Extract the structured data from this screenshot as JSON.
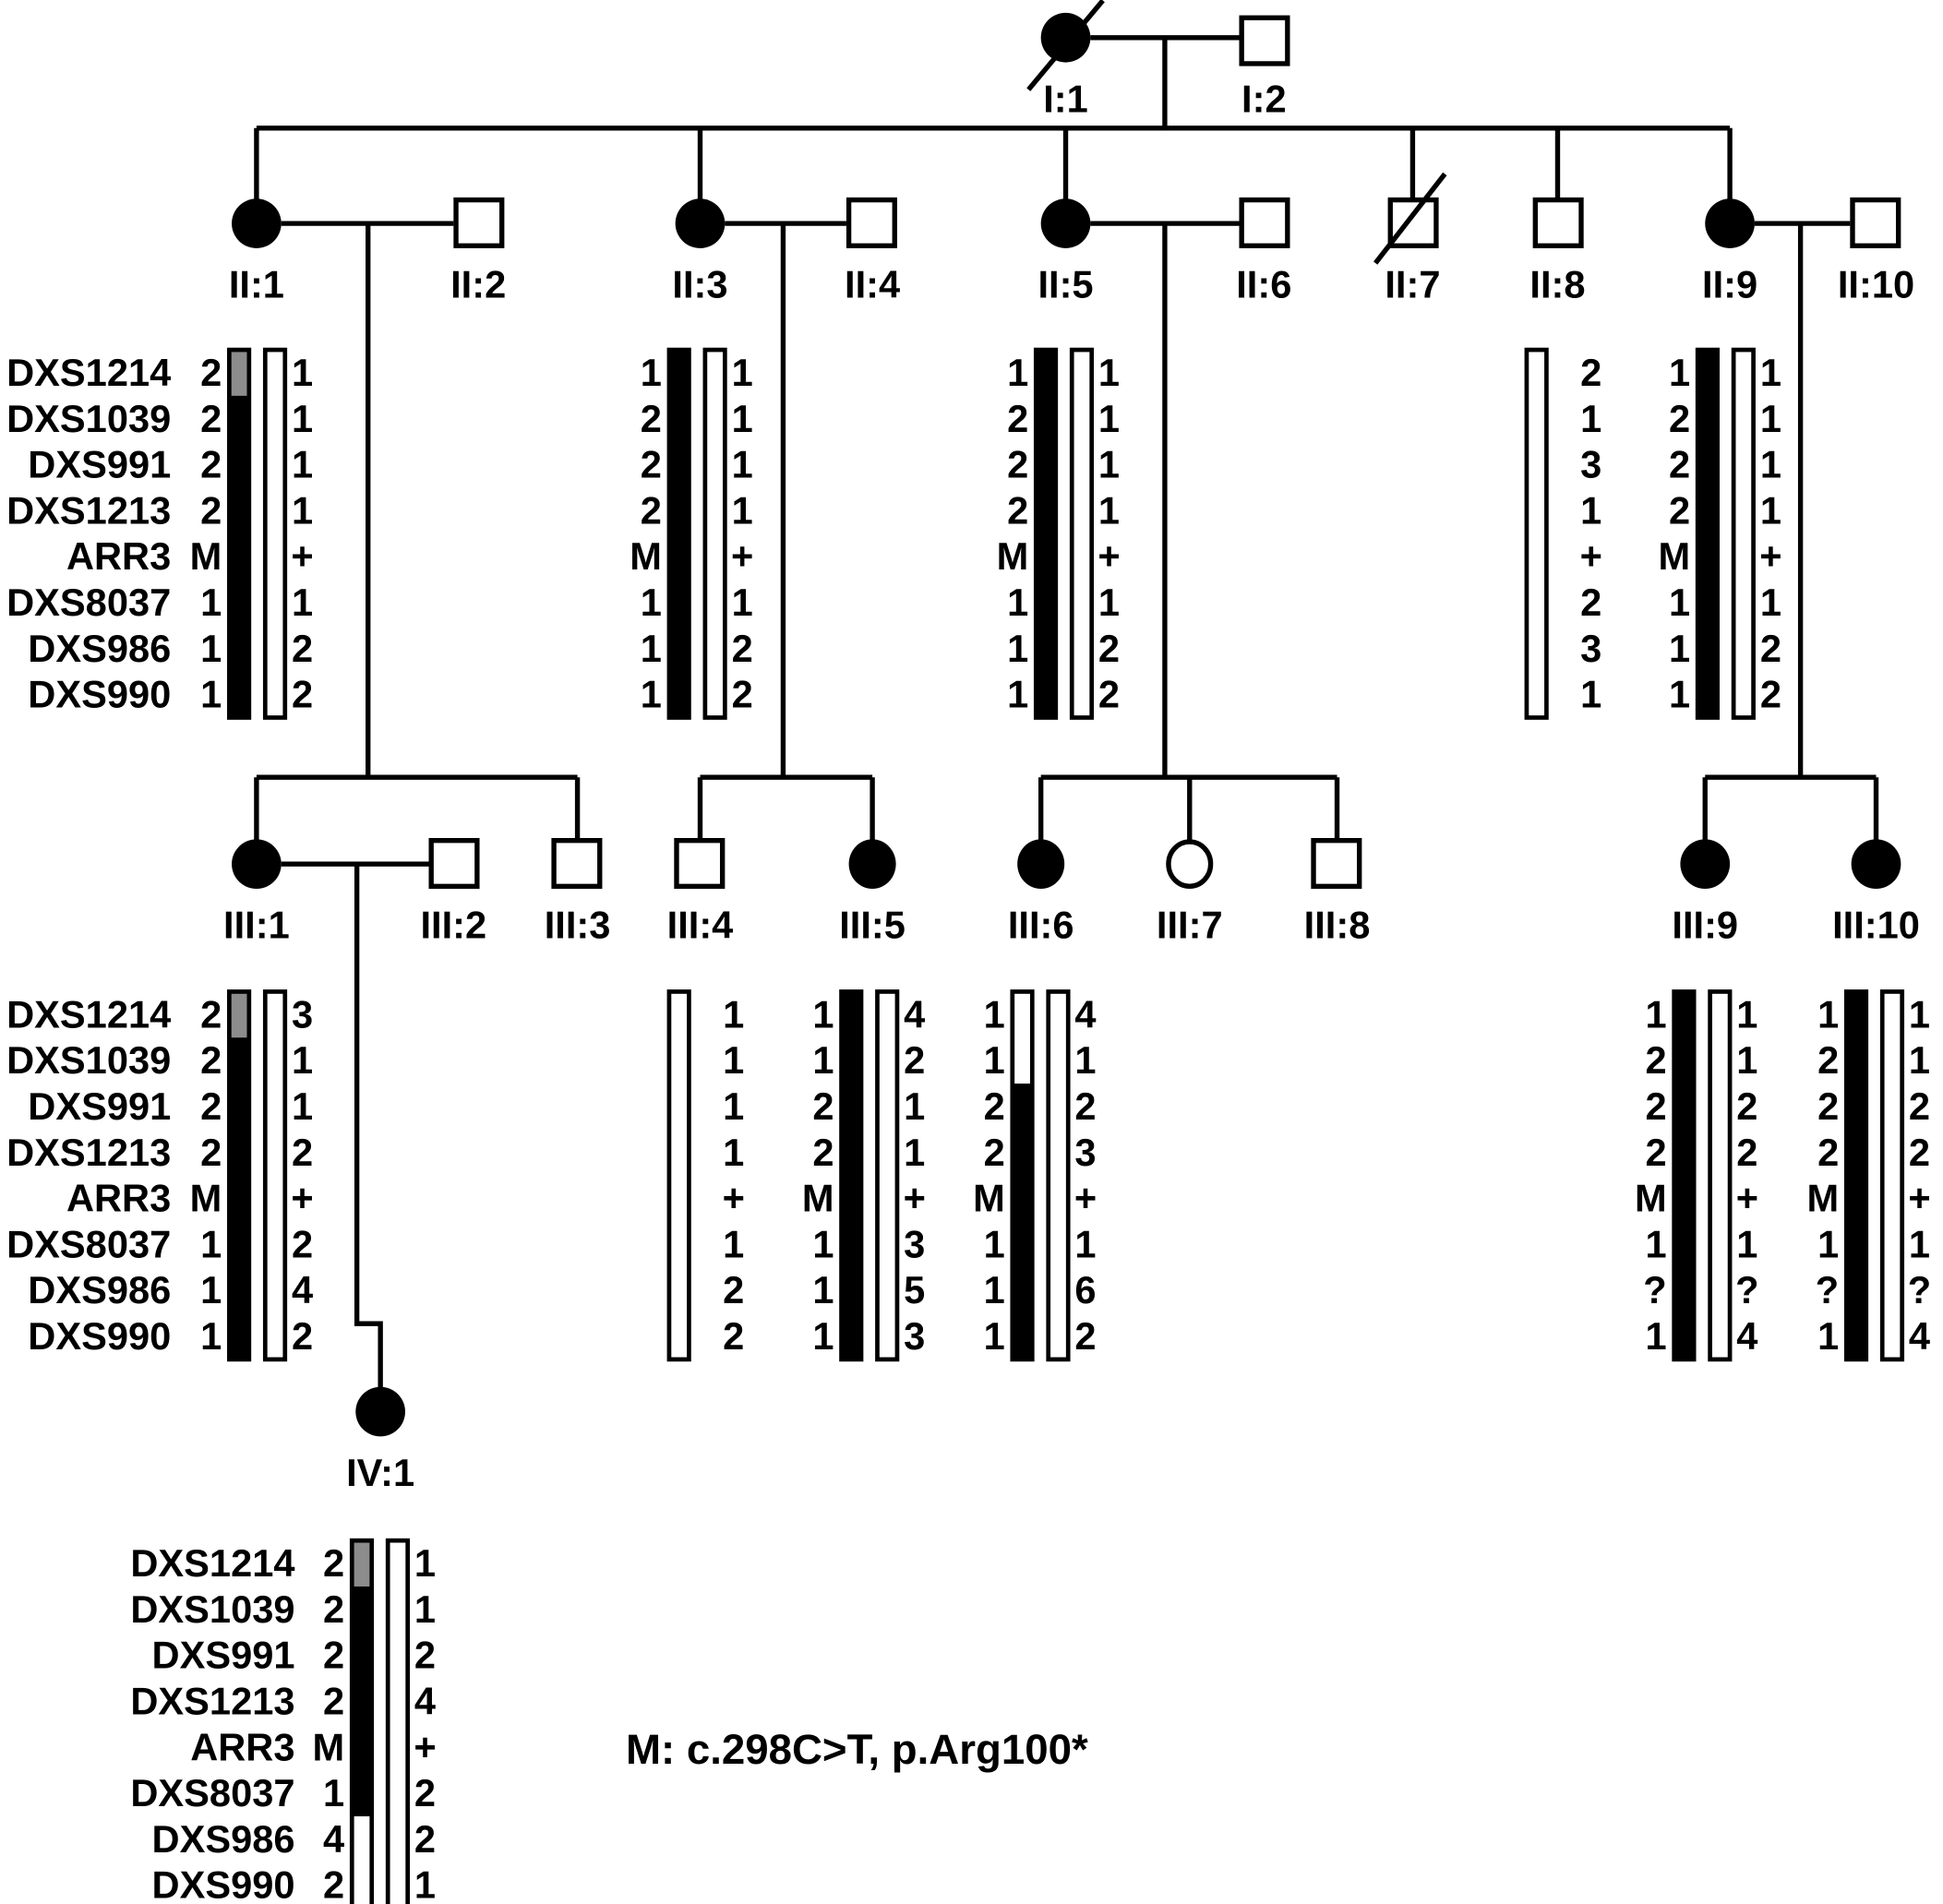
{
  "title": "X-linked ARR3 pedigree with haplotype analysis",
  "colors": {
    "affected": "#000000",
    "unaffected": "#ffffff",
    "ambiguous": "#8c8c8c",
    "line": "#000000"
  },
  "markers": [
    "DXS1214",
    "DXS1039",
    "DXS991",
    "DXS1213",
    "ARR3",
    "DXS8037",
    "DXS986",
    "DXS990"
  ],
  "footnote": "M: c.298C>T, p.Arg100*",
  "individuals": {
    "I_1": {
      "label": "I:1",
      "sex": "female",
      "affected": true,
      "deceased": true
    },
    "I_2": {
      "label": "I:2",
      "sex": "male",
      "affected": false,
      "deceased": false
    },
    "II_1": {
      "label": "II:1",
      "sex": "female",
      "affected": true
    },
    "II_2": {
      "label": "II:2",
      "sex": "male",
      "affected": false
    },
    "II_3": {
      "label": "II:3",
      "sex": "female",
      "affected": true
    },
    "II_4": {
      "label": "II:4",
      "sex": "male",
      "affected": false
    },
    "II_5": {
      "label": "II:5",
      "sex": "female",
      "affected": true
    },
    "II_6": {
      "label": "II:6",
      "sex": "male",
      "affected": false
    },
    "II_7": {
      "label": "II:7",
      "sex": "male",
      "affected": false,
      "deceased": true
    },
    "II_8": {
      "label": "II:8",
      "sex": "male",
      "affected": false
    },
    "II_9": {
      "label": "II:9",
      "sex": "female",
      "affected": true
    },
    "II_10": {
      "label": "II:10",
      "sex": "male",
      "affected": false
    },
    "III_1": {
      "label": "III:1",
      "sex": "female",
      "affected": true
    },
    "III_2": {
      "label": "III:2",
      "sex": "male",
      "affected": false
    },
    "III_3": {
      "label": "III:3",
      "sex": "male",
      "affected": false
    },
    "III_4": {
      "label": "III:4",
      "sex": "male",
      "affected": false
    },
    "III_5": {
      "label": "III:5",
      "sex": "female",
      "affected": true
    },
    "III_6": {
      "label": "III:6",
      "sex": "female",
      "affected": true
    },
    "III_7": {
      "label": "III:7",
      "sex": "female",
      "affected": false
    },
    "III_8": {
      "label": "III:8",
      "sex": "male",
      "affected": false
    },
    "III_9": {
      "label": "III:9",
      "sex": "female",
      "affected": true
    },
    "III_10": {
      "label": "III:10",
      "sex": "female",
      "affected": true
    },
    "IV_1": {
      "label": "IV:1",
      "sex": "female",
      "affected": true
    }
  },
  "haplotypes": {
    "II_1": {
      "left": [
        "2",
        "2",
        "2",
        "2",
        "M",
        "1",
        "1",
        "1"
      ],
      "right": [
        "1",
        "1",
        "1",
        "1",
        "+",
        "1",
        "2",
        "2"
      ],
      "left_bar": [
        "gray",
        "black",
        "black",
        "black",
        "black",
        "black",
        "black",
        "black"
      ],
      "right_bar": "white"
    },
    "II_3": {
      "left": [
        "1",
        "2",
        "2",
        "2",
        "M",
        "1",
        "1",
        "1"
      ],
      "right": [
        "1",
        "1",
        "1",
        "1",
        "+",
        "1",
        "2",
        "2"
      ],
      "left_bar": "black",
      "right_bar": "white"
    },
    "II_5": {
      "left": [
        "1",
        "2",
        "2",
        "2",
        "M",
        "1",
        "1",
        "1"
      ],
      "right": [
        "1",
        "1",
        "1",
        "1",
        "+",
        "1",
        "2",
        "2"
      ],
      "left_bar": "black",
      "right_bar": "white"
    },
    "II_8": {
      "single": [
        "2",
        "1",
        "3",
        "1",
        "+",
        "2",
        "3",
        "1"
      ],
      "bar": "white"
    },
    "II_9": {
      "left": [
        "1",
        "2",
        "2",
        "2",
        "M",
        "1",
        "1",
        "1"
      ],
      "right": [
        "1",
        "1",
        "1",
        "1",
        "+",
        "1",
        "2",
        "2"
      ],
      "left_bar": "black",
      "right_bar": "white"
    },
    "III_1": {
      "left": [
        "2",
        "2",
        "2",
        "2",
        "M",
        "1",
        "1",
        "1"
      ],
      "right": [
        "3",
        "1",
        "1",
        "2",
        "+",
        "2",
        "4",
        "2"
      ],
      "left_bar": [
        "gray",
        "black",
        "black",
        "black",
        "black",
        "black",
        "black",
        "black"
      ],
      "right_bar": "white"
    },
    "III_4": {
      "single": [
        "1",
        "1",
        "1",
        "1",
        "+",
        "1",
        "2",
        "2"
      ],
      "bar": "white"
    },
    "III_5": {
      "left": [
        "1",
        "1",
        "2",
        "2",
        "M",
        "1",
        "1",
        "1"
      ],
      "right": [
        "4",
        "2",
        "1",
        "1",
        "+",
        "3",
        "5",
        "3"
      ],
      "left_bar": "black",
      "right_bar": "white"
    },
    "III_6": {
      "left": [
        "1",
        "1",
        "2",
        "2",
        "M",
        "1",
        "1",
        "1"
      ],
      "right": [
        "4",
        "1",
        "2",
        "3",
        "+",
        "1",
        "6",
        "2"
      ],
      "left_bar": [
        "white",
        "white",
        "black",
        "black",
        "black",
        "black",
        "black",
        "black"
      ],
      "right_bar": "white"
    },
    "III_9": {
      "left": [
        "1",
        "2",
        "2",
        "2",
        "M",
        "1",
        "?",
        "1"
      ],
      "right": [
        "1",
        "1",
        "2",
        "2",
        "+",
        "1",
        "?",
        "4"
      ],
      "left_bar": "black",
      "right_bar": "white"
    },
    "III_10": {
      "left": [
        "1",
        "2",
        "2",
        "2",
        "M",
        "1",
        "?",
        "1"
      ],
      "right": [
        "1",
        "1",
        "2",
        "2",
        "+",
        "1",
        "?",
        "4"
      ],
      "left_bar": "black",
      "right_bar": "white"
    },
    "IV_1": {
      "left": [
        "2",
        "2",
        "2",
        "2",
        "M",
        "1",
        "4",
        "2"
      ],
      "right": [
        "1",
        "1",
        "2",
        "4",
        "+",
        "2",
        "2",
        "1"
      ],
      "left_bar": [
        "gray",
        "black",
        "black",
        "black",
        "black",
        "black",
        "white",
        "white"
      ],
      "right_bar": "white"
    }
  }
}
